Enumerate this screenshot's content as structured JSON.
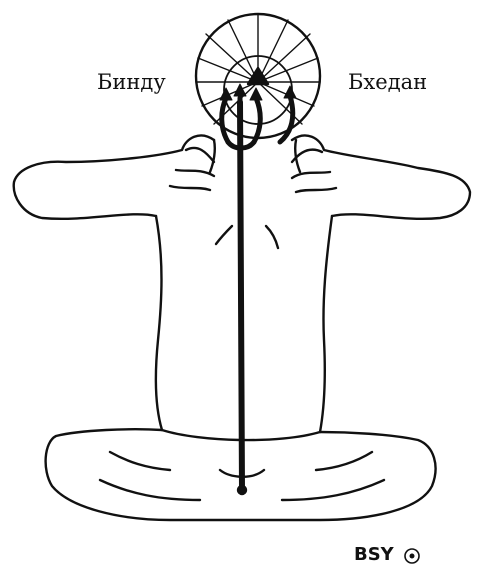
{
  "labels": {
    "left": "Бинду",
    "right": "Бхедан"
  },
  "logo": {
    "text": "BSY"
  },
  "colors": {
    "ink": "#111111",
    "background": "#ffffff"
  },
  "icons": {
    "head_symbol": "radiating-circle-icon",
    "trident": "trident-icon",
    "spine": "spine-line"
  }
}
